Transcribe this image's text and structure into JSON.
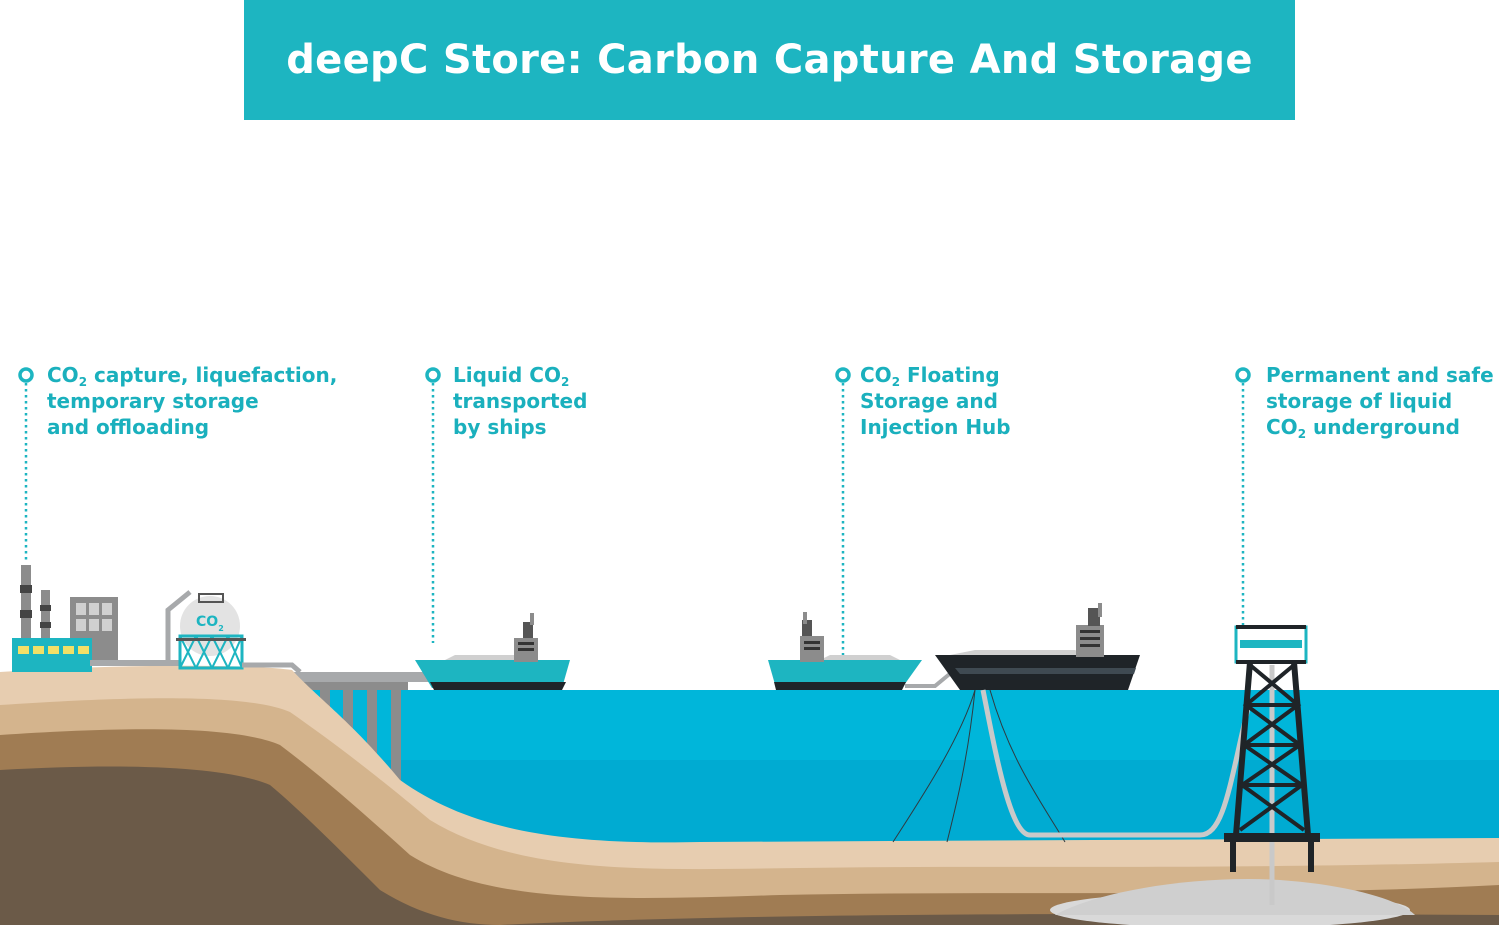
{
  "title": "deepC Store: Carbon Capture And Storage",
  "colors": {
    "teal": "#1db5c1",
    "sea": "#00b6da",
    "sand_light": "#e7cdb0",
    "sand_mid": "#d4b48d",
    "earth": "#a07c53",
    "rock": "#6b5a48",
    "ship_dark": "#1f2428",
    "grey": "#8c8c8c"
  },
  "steps": [
    {
      "name": "capture",
      "icon": "co2-plant-icon",
      "lines": [
        {
          "main": "CO",
          "sub": "2",
          "rest": " capture, liquefaction,"
        },
        {
          "main": "temporary storage"
        },
        {
          "main": "and offloading"
        }
      ]
    },
    {
      "name": "shipping",
      "icon": "co2-carrier-ship-icon",
      "lines": [
        {
          "main": "Liquid CO",
          "sub": "2"
        },
        {
          "main": "transported"
        },
        {
          "main": "by ships"
        }
      ]
    },
    {
      "name": "hub",
      "icon": "floating-storage-vessel-icon",
      "lines": [
        {
          "main": "CO",
          "sub": "2",
          "rest": " Floating"
        },
        {
          "main": "Storage and"
        },
        {
          "main": "Injection Hub"
        }
      ]
    },
    {
      "name": "storage",
      "icon": "injection-platform-icon",
      "lines": [
        {
          "main": "Permanent and safe"
        },
        {
          "main": "storage of liquid"
        },
        {
          "main": "CO",
          "sub": "2",
          "rest": " underground"
        }
      ]
    }
  ],
  "tank_label": {
    "main": "CO",
    "sub": "2"
  }
}
